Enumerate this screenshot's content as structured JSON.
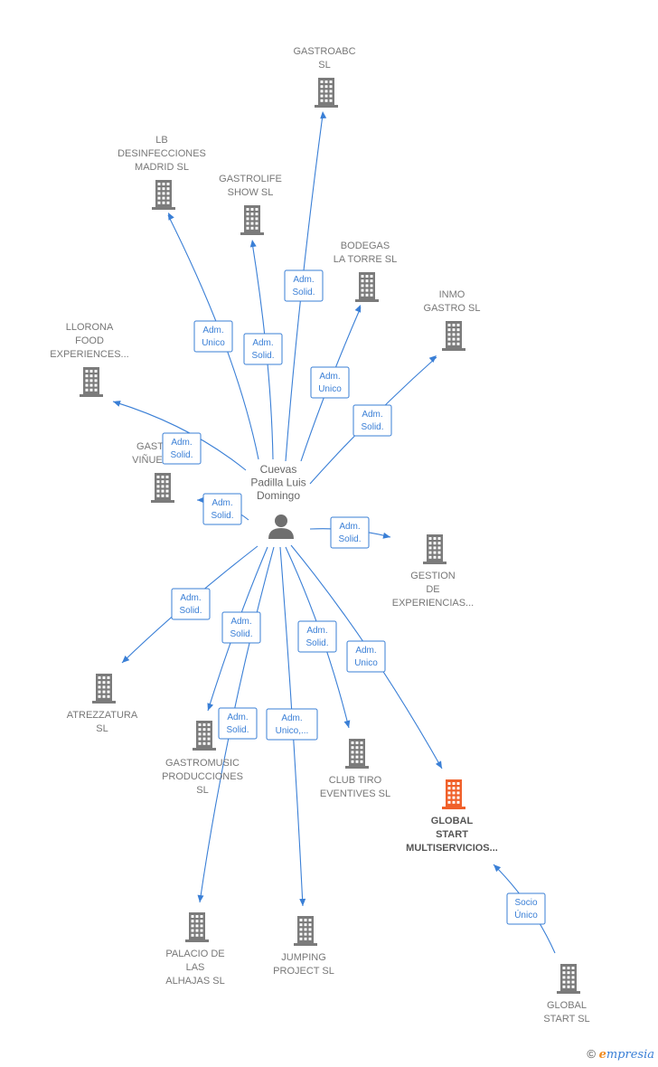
{
  "person": {
    "name_lines": [
      "Cuevas",
      "Padilla Luis",
      "Domingo"
    ],
    "icon": "person-icon"
  },
  "companies": [
    {
      "id": "gastroabc",
      "lines": [
        "GASTROABC",
        "SL"
      ],
      "highlight": false
    },
    {
      "id": "lb-desinfecciones",
      "lines": [
        "LB",
        "DESINFECCIONES",
        "MADRID SL"
      ],
      "highlight": false
    },
    {
      "id": "gastrolife",
      "lines": [
        "GASTROLIFE",
        "SHOW SL"
      ],
      "highlight": false
    },
    {
      "id": "bodegas-la-torre",
      "lines": [
        "BODEGAS",
        "LA TORRE SL"
      ],
      "highlight": false
    },
    {
      "id": "inmo-gastro",
      "lines": [
        "INMO",
        "GASTRO SL"
      ],
      "highlight": false
    },
    {
      "id": "llorona",
      "lines": [
        "LLORONA",
        "FOOD",
        "EXPERIENCES..."
      ],
      "highlight": false
    },
    {
      "id": "gastro-vinuelas",
      "lines": [
        "GAST",
        "VIÑUEL"
      ],
      "highlight": false
    },
    {
      "id": "gestion-experiencias",
      "lines": [
        "GESTION",
        "DE",
        "EXPERIENCIAS..."
      ],
      "highlight": false
    },
    {
      "id": "atrezzatura",
      "lines": [
        "ATREZZATURA",
        "SL"
      ],
      "highlight": false
    },
    {
      "id": "gastromusic",
      "lines": [
        "GASTROMUSIC",
        "PRODUCCIONES",
        "SL"
      ],
      "highlight": false
    },
    {
      "id": "club-tiro",
      "lines": [
        "CLUB TIRO",
        "EVENTIVES SL"
      ],
      "highlight": false
    },
    {
      "id": "global-start-multiservicios",
      "lines": [
        "GLOBAL",
        "START",
        "MULTISERVICIOS..."
      ],
      "highlight": true
    },
    {
      "id": "palacio-alhajas",
      "lines": [
        "PALACIO DE",
        "LAS",
        "ALHAJAS SL"
      ],
      "highlight": false
    },
    {
      "id": "jumping-project",
      "lines": [
        "JUMPING",
        "PROJECT SL"
      ],
      "highlight": false
    },
    {
      "id": "global-start",
      "lines": [
        "GLOBAL",
        "START SL"
      ],
      "highlight": false
    }
  ],
  "edges": [
    {
      "from": "person",
      "to": "gastroabc",
      "label": [
        "Adm.",
        "Solid."
      ]
    },
    {
      "from": "person",
      "to": "lb-desinfecciones",
      "label": [
        "Adm.",
        "Unico"
      ]
    },
    {
      "from": "person",
      "to": "gastrolife",
      "label": [
        "Adm.",
        "Solid."
      ]
    },
    {
      "from": "person",
      "to": "bodegas-la-torre",
      "label": [
        "Adm.",
        "Unico"
      ]
    },
    {
      "from": "person",
      "to": "inmo-gastro",
      "label": [
        "Adm.",
        "Solid."
      ]
    },
    {
      "from": "person",
      "to": "llorona",
      "label": [
        "Adm.",
        "Solid."
      ]
    },
    {
      "from": "person",
      "to": "gastro-vinuelas",
      "label": [
        "Adm.",
        "Solid."
      ]
    },
    {
      "from": "person",
      "to": "gestion-experiencias",
      "label": [
        "Adm.",
        "Solid."
      ]
    },
    {
      "from": "person",
      "to": "atrezzatura",
      "label": [
        "Adm.",
        "Solid."
      ]
    },
    {
      "from": "person",
      "to": "gastromusic",
      "label": [
        "Adm.",
        "Solid."
      ]
    },
    {
      "from": "person",
      "to": "palacio-alhajas",
      "label": [
        "Adm.",
        "Solid."
      ]
    },
    {
      "from": "person",
      "to": "jumping-project",
      "label": [
        "Adm.",
        "Unico,..."
      ]
    },
    {
      "from": "person",
      "to": "club-tiro",
      "label": [
        "Adm.",
        "Solid."
      ]
    },
    {
      "from": "person",
      "to": "global-start-multiservicios",
      "label": [
        "Adm.",
        "Unico"
      ]
    },
    {
      "from": "global-start",
      "to": "global-start-multiservicios",
      "label": [
        "Socio",
        "Único"
      ]
    }
  ],
  "footer": {
    "copyright_symbol": "©",
    "brand_initial": "e",
    "brand_rest": "mpresia"
  },
  "colors": {
    "edge": "#3a7fd6",
    "building": "#7b7b7b",
    "building_highlight": "#f0602a",
    "person": "#6f6f6f"
  }
}
